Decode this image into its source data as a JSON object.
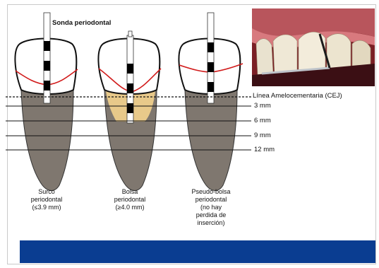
{
  "probe_label": "Sonda periodontal",
  "cej_label": "Línea Amelocementaria (CEJ)",
  "depth_labels": [
    "3 mm",
    "6 mm",
    "9 mm",
    "12 mm"
  ],
  "teeth": [
    {
      "caption_lines": [
        "Surco",
        "periodontal",
        "(≤3.9 mm)"
      ]
    },
    {
      "caption_lines": [
        "Bolsa",
        "periodontal",
        "(≥4.0 mm)"
      ]
    },
    {
      "caption_lines": [
        "Pseudo-bolsa",
        "periodontal",
        "(no hay",
        "perdida de",
        "inserción)"
      ]
    }
  ],
  "colors": {
    "crown": "#ffffff",
    "root": "#7f776f",
    "pocket": "#e8c98a",
    "gingiva_line": "#d11a1a",
    "probe_band": "#000000",
    "footer_bar": "#0a3d91"
  }
}
